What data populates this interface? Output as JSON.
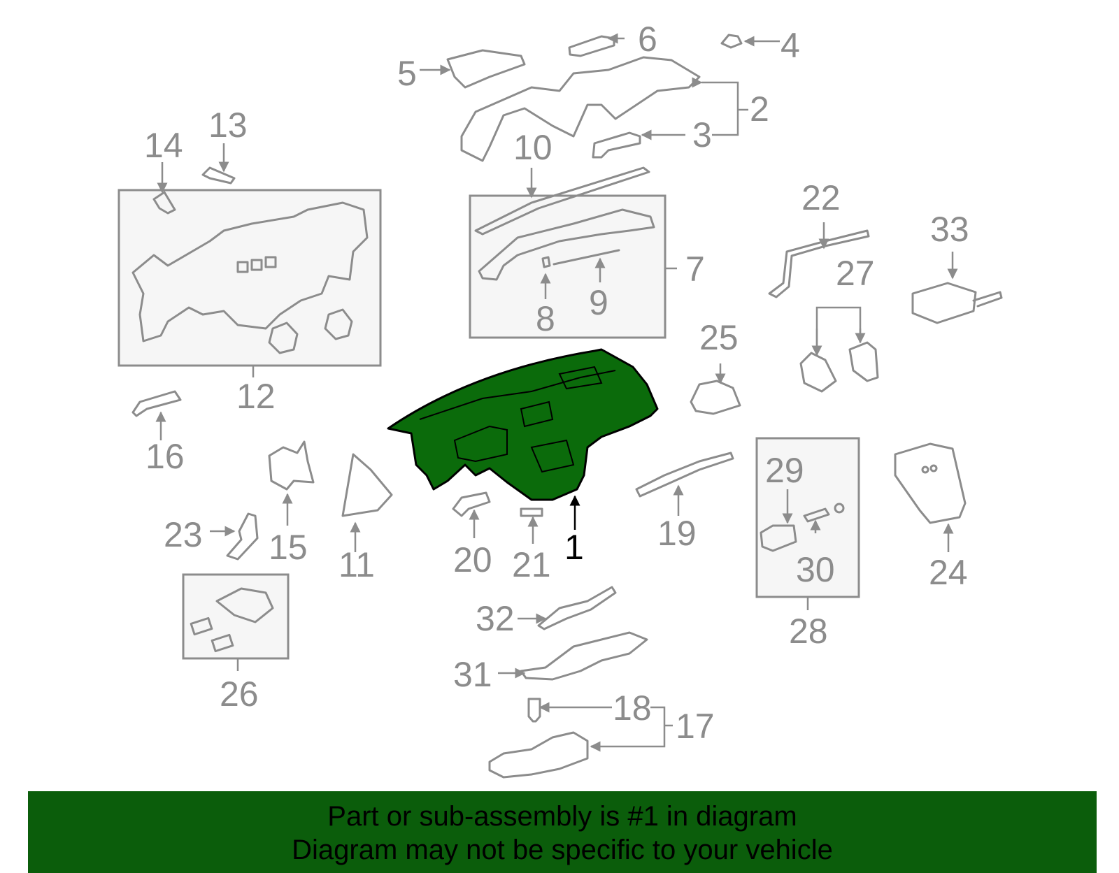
{
  "colors": {
    "highlight": "#0b6b0b",
    "banner_bg": "#0b5d0b",
    "line": "#8c8c8c",
    "box_fill": "#f6f6f6"
  },
  "callouts": {
    "c1": "1",
    "c2": "2",
    "c3": "3",
    "c4": "4",
    "c5": "5",
    "c6": "6",
    "c7": "7",
    "c8": "8",
    "c9": "9",
    "c10": "10",
    "c11": "11",
    "c12": "12",
    "c13": "13",
    "c14": "14",
    "c15": "15",
    "c16": "16",
    "c17": "17",
    "c18": "18",
    "c19": "19",
    "c20": "20",
    "c21": "21",
    "c22": "22",
    "c23": "23",
    "c24": "24",
    "c25": "25",
    "c26": "26",
    "c27": "27",
    "c28": "28",
    "c29": "29",
    "c30": "30",
    "c31": "31",
    "c32": "32",
    "c33": "33"
  },
  "banner": {
    "line1": "Part or sub-assembly is #1 in diagram",
    "line2": "Diagram may not be specific to your vehicle"
  }
}
